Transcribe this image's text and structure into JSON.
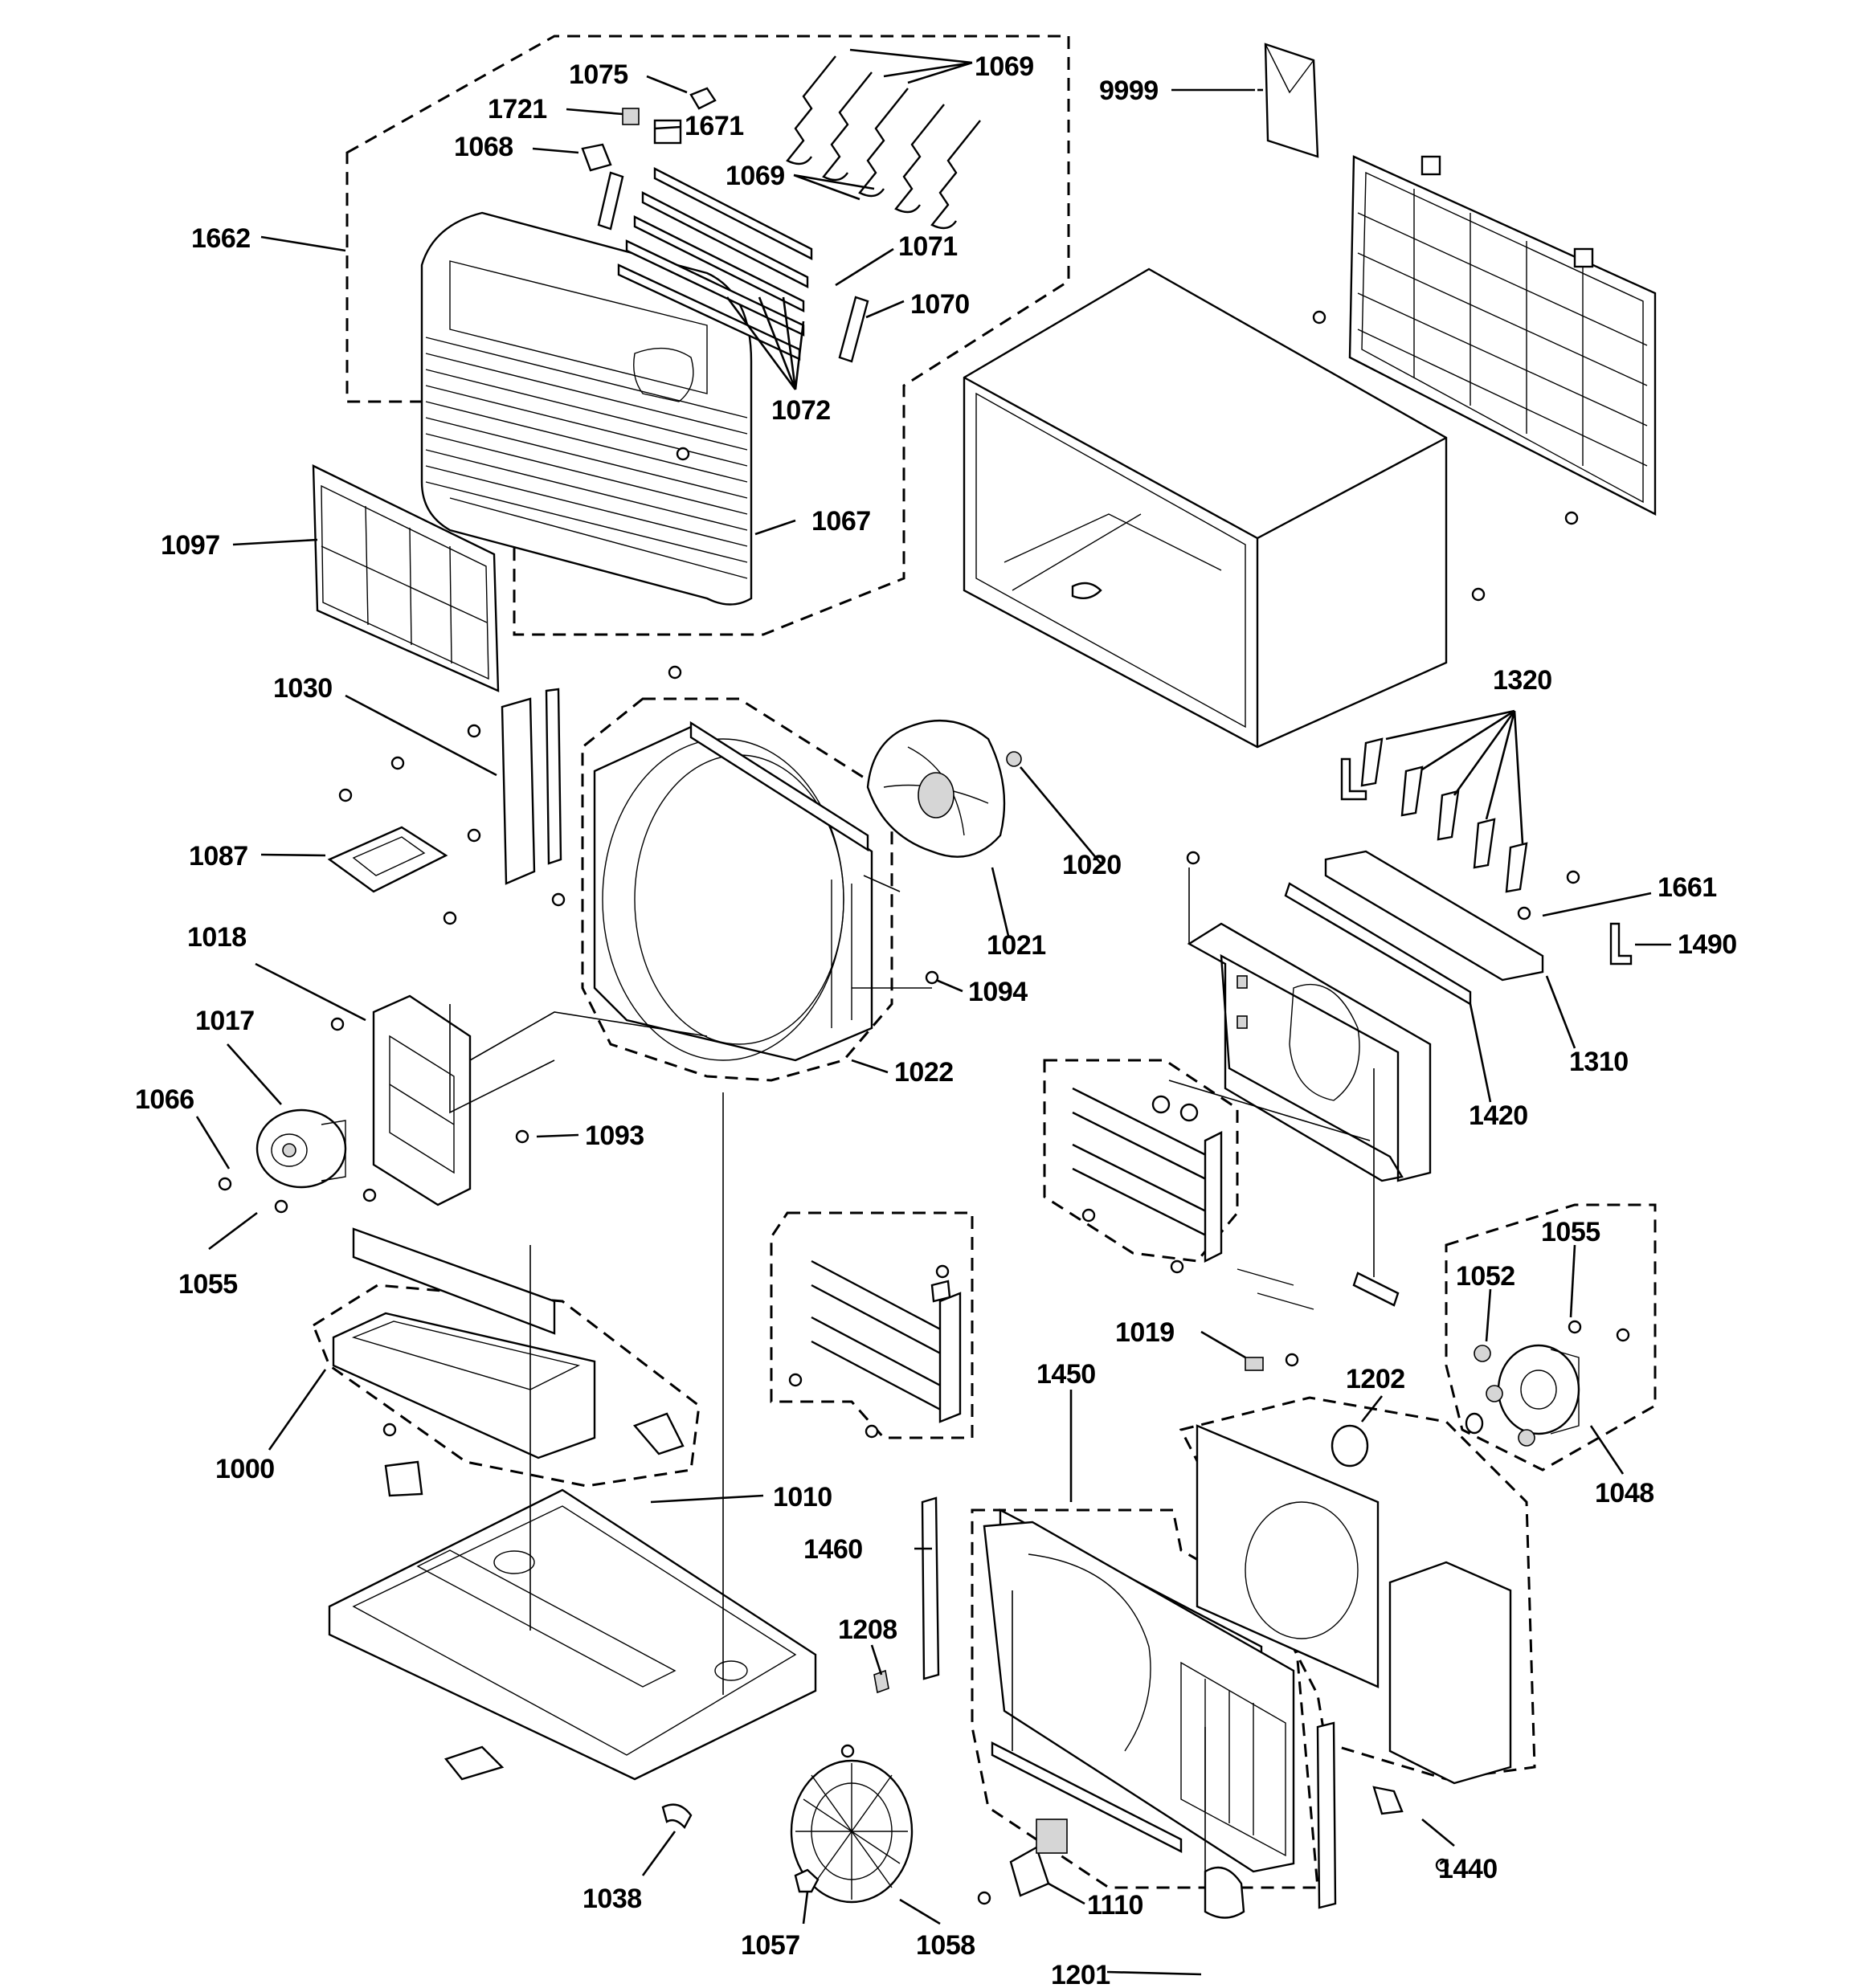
{
  "labels": {
    "p1075": "1075",
    "p1069a": "1069",
    "p1721": "1721",
    "p1671": "1671",
    "p1068": "1068",
    "p1069b": "1069",
    "p9999": "9999",
    "p1662": "1662",
    "p1071": "1071",
    "p1070": "1070",
    "p1072": "1072",
    "p1067": "1067",
    "p1097": "1097",
    "p1030": "1030",
    "p1320": "1320",
    "p1087": "1087",
    "p1020": "1020",
    "p1661": "1661",
    "p1490": "1490",
    "p1018": "1018",
    "p1021": "1021",
    "p1094": "1094",
    "p1017": "1017",
    "p1310": "1310",
    "p1022": "1022",
    "p1420": "1420",
    "p1066": "1066",
    "p1093": "1093",
    "p1055a": "1055",
    "p1055b": "1055",
    "p1052": "1052",
    "p1019": "1019",
    "p1450": "1450",
    "p1202": "1202",
    "p1000": "1000",
    "p1048": "1048",
    "p1010": "1010",
    "p1460": "1460",
    "p1208": "1208",
    "p1440": "1440",
    "p1038": "1038",
    "p1110": "1110",
    "p1057": "1057",
    "p1058": "1058",
    "p1201": "1201"
  }
}
